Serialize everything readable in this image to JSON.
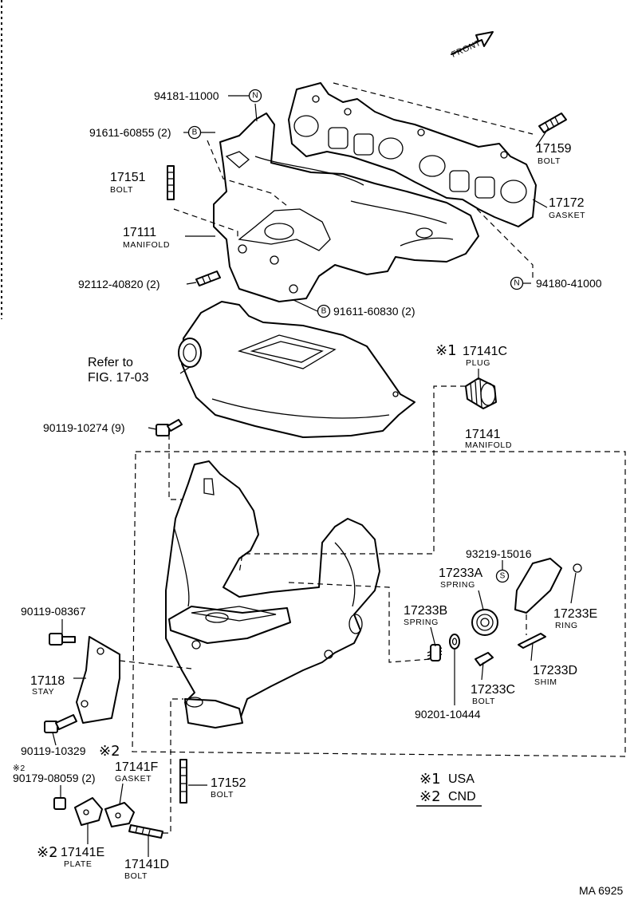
{
  "direction": "FRONT",
  "refer_to": {
    "line1": "Refer to",
    "line2": "FIG. 17-03"
  },
  "markers": {
    "n": "N",
    "b": "B",
    "s": "S"
  },
  "parts": {
    "p94181": {
      "number": "94181-11000"
    },
    "p91611_60855": {
      "number": "91611-60855 (2)"
    },
    "p17151": {
      "number": "17151",
      "name": "BOLT"
    },
    "p17111": {
      "number": "17111",
      "name": "MANIFOLD"
    },
    "p92112": {
      "number": "92112-40820 (2)"
    },
    "p91611_60830": {
      "number": "91611-60830 (2)"
    },
    "p94180": {
      "number": "94180-41000"
    },
    "p17159": {
      "number": "17159",
      "name": "BOLT"
    },
    "p17172": {
      "number": "17172",
      "name": "GASKET"
    },
    "p17141C": {
      "mark": "※1",
      "number": "17141C",
      "name": "PLUG"
    },
    "p90119_10274": {
      "number": "90119-10274 (9)"
    },
    "p17141": {
      "number": "17141",
      "name": "MANIFOLD"
    },
    "p93219": {
      "number": "93219-15016"
    },
    "p17233A": {
      "number": "17233A",
      "name": "SPRING"
    },
    "p17233B": {
      "number": "17233B",
      "name": "SPRING"
    },
    "p17233E": {
      "number": "17233E",
      "name": "RING"
    },
    "p17233C": {
      "number": "17233C",
      "name": "BOLT"
    },
    "p17233D": {
      "number": "17233D",
      "name": "SHIM"
    },
    "p90201": {
      "number": "90201-10444"
    },
    "p90119_08367": {
      "number": "90119-08367"
    },
    "p17118": {
      "number": "17118",
      "name": "STAY"
    },
    "p90119_10329": {
      "number": "90119-10329",
      "mark": "※2"
    },
    "p90179": {
      "mark": "※2",
      "number": "90179-08059 (2)"
    },
    "p17141F": {
      "number": "17141F",
      "name": "GASKET"
    },
    "p17152": {
      "number": "17152",
      "name": "BOLT"
    },
    "p17141E": {
      "mark": "※2",
      "number": "17141E",
      "name": "PLATE"
    },
    "p17141D": {
      "number": "17141D",
      "name": "BOLT"
    }
  },
  "legend": [
    {
      "mark": "※1",
      "text": "USA"
    },
    {
      "mark": "※2",
      "text": "CND"
    }
  ],
  "figure_code": "MA  6925"
}
